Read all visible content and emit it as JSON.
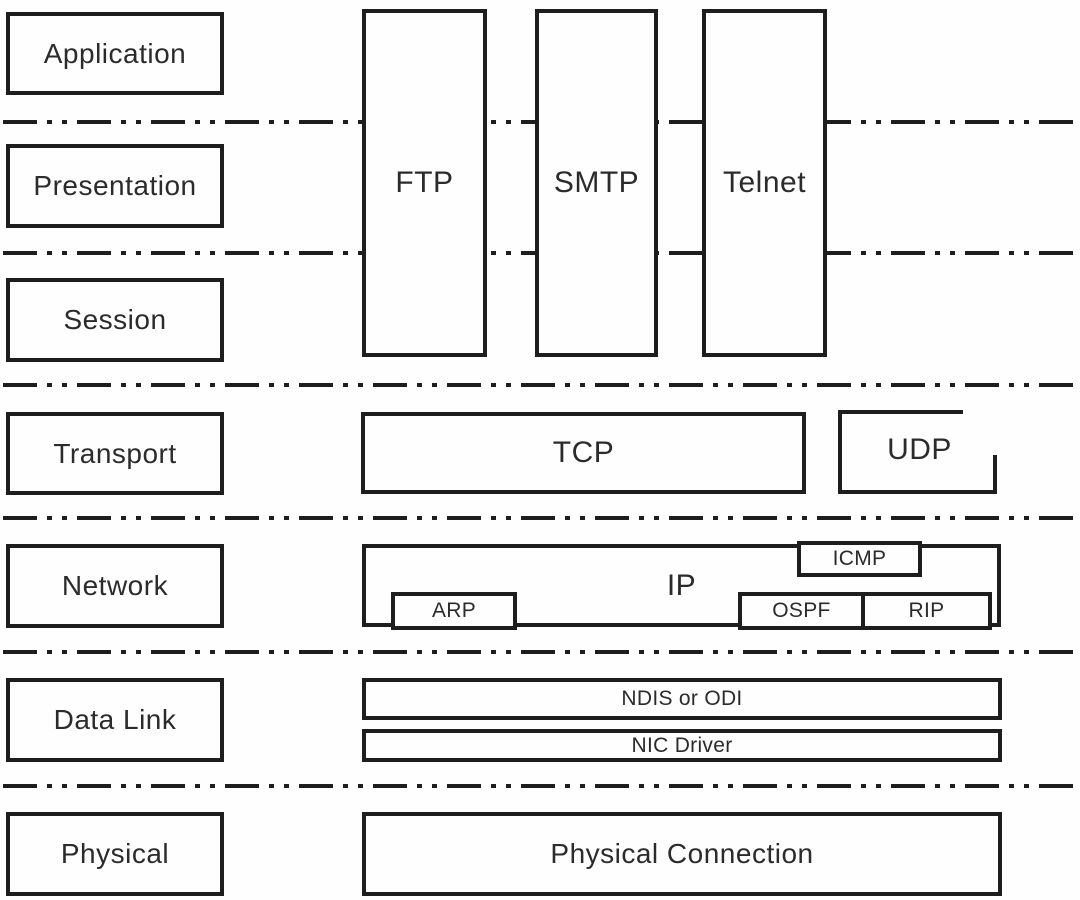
{
  "layers": {
    "application": "Application",
    "presentation": "Presentation",
    "session": "Session",
    "transport": "Transport",
    "network": "Network",
    "data_link": "Data Link",
    "physical": "Physical"
  },
  "protocols": {
    "ftp": "FTP",
    "smtp": "SMTP",
    "telnet": "Telnet",
    "tcp": "TCP",
    "udp": "UDP",
    "ip": "IP",
    "icmp": "ICMP",
    "arp": "ARP",
    "ospf": "OSPF",
    "rip": "RIP",
    "ndis": "NDIS or ODI",
    "nic_driver": "NIC Driver",
    "physical_connection": "Physical Connection"
  },
  "colors": {
    "line": "#1e1e1e",
    "text": "#2b2b2b",
    "background": "#fefefe"
  }
}
